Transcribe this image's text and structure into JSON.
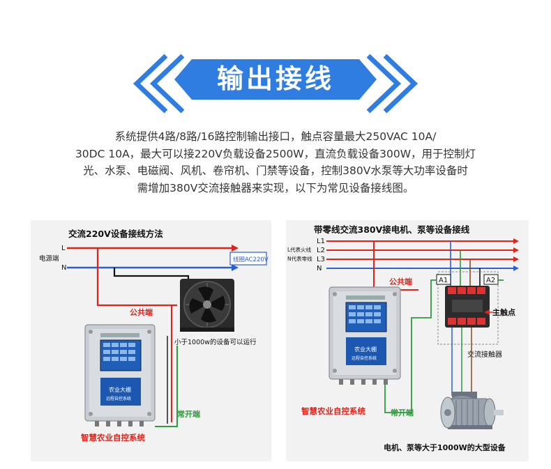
{
  "header": {
    "title": "输出接线"
  },
  "intro": {
    "lines": [
      "系统提供4路/8路/16路控制输出接口，触点容量最大250VAC 10A/",
      "30DC 10A，最大可以接220V负载设备2500W，直流负载设备300W，用于控制灯",
      "光、水泵、电磁阀、风机、卷帘机、门禁等设备，控制380V水泵等大功率设备时",
      "需增加380V交流接触器来实现，以下为常见设备接线图。"
    ]
  },
  "left_diagram": {
    "title": "交流220V设备接线方法",
    "label_L": "L",
    "label_N": "N",
    "power_label": "电源端",
    "line_label": "线圈AC220V",
    "common_label": "公共端",
    "fan_note": "小于1000w的设备可以运行",
    "no_label": "常开端",
    "system_label": "智慧农业自控系统",
    "device_title": "农业大棚",
    "device_subtitle": "远程自控系统"
  },
  "right_diagram": {
    "title": "带零线交流380V接电机、泵等设备接线",
    "label_L1": "L1",
    "label_L2": "L2",
    "label_L3": "L3",
    "label_N": "N",
    "fire_note": "L代表火线",
    "zero_note": "N代表零线",
    "common_label": "公共端",
    "a1": "A1",
    "a2": "A2",
    "main_contact": "主触点",
    "contactor_label": "交流接触器",
    "no_label": "常开端",
    "system_label": "智慧农业自控系统",
    "motor_note": "电机、泵等大于1000W的大型设备",
    "device_title": "农业大棚",
    "device_subtitle": "远程自控系统"
  },
  "colors": {
    "accent_blue": "#2f7de1",
    "wire_red": "#e2231a",
    "wire_blue": "#2a5fd8",
    "wire_black": "#111111",
    "wire_green": "#2e9b3c",
    "wire_brown": "#8b4a1c",
    "label_red": "#e2231a",
    "label_green": "#2e9b3c"
  }
}
